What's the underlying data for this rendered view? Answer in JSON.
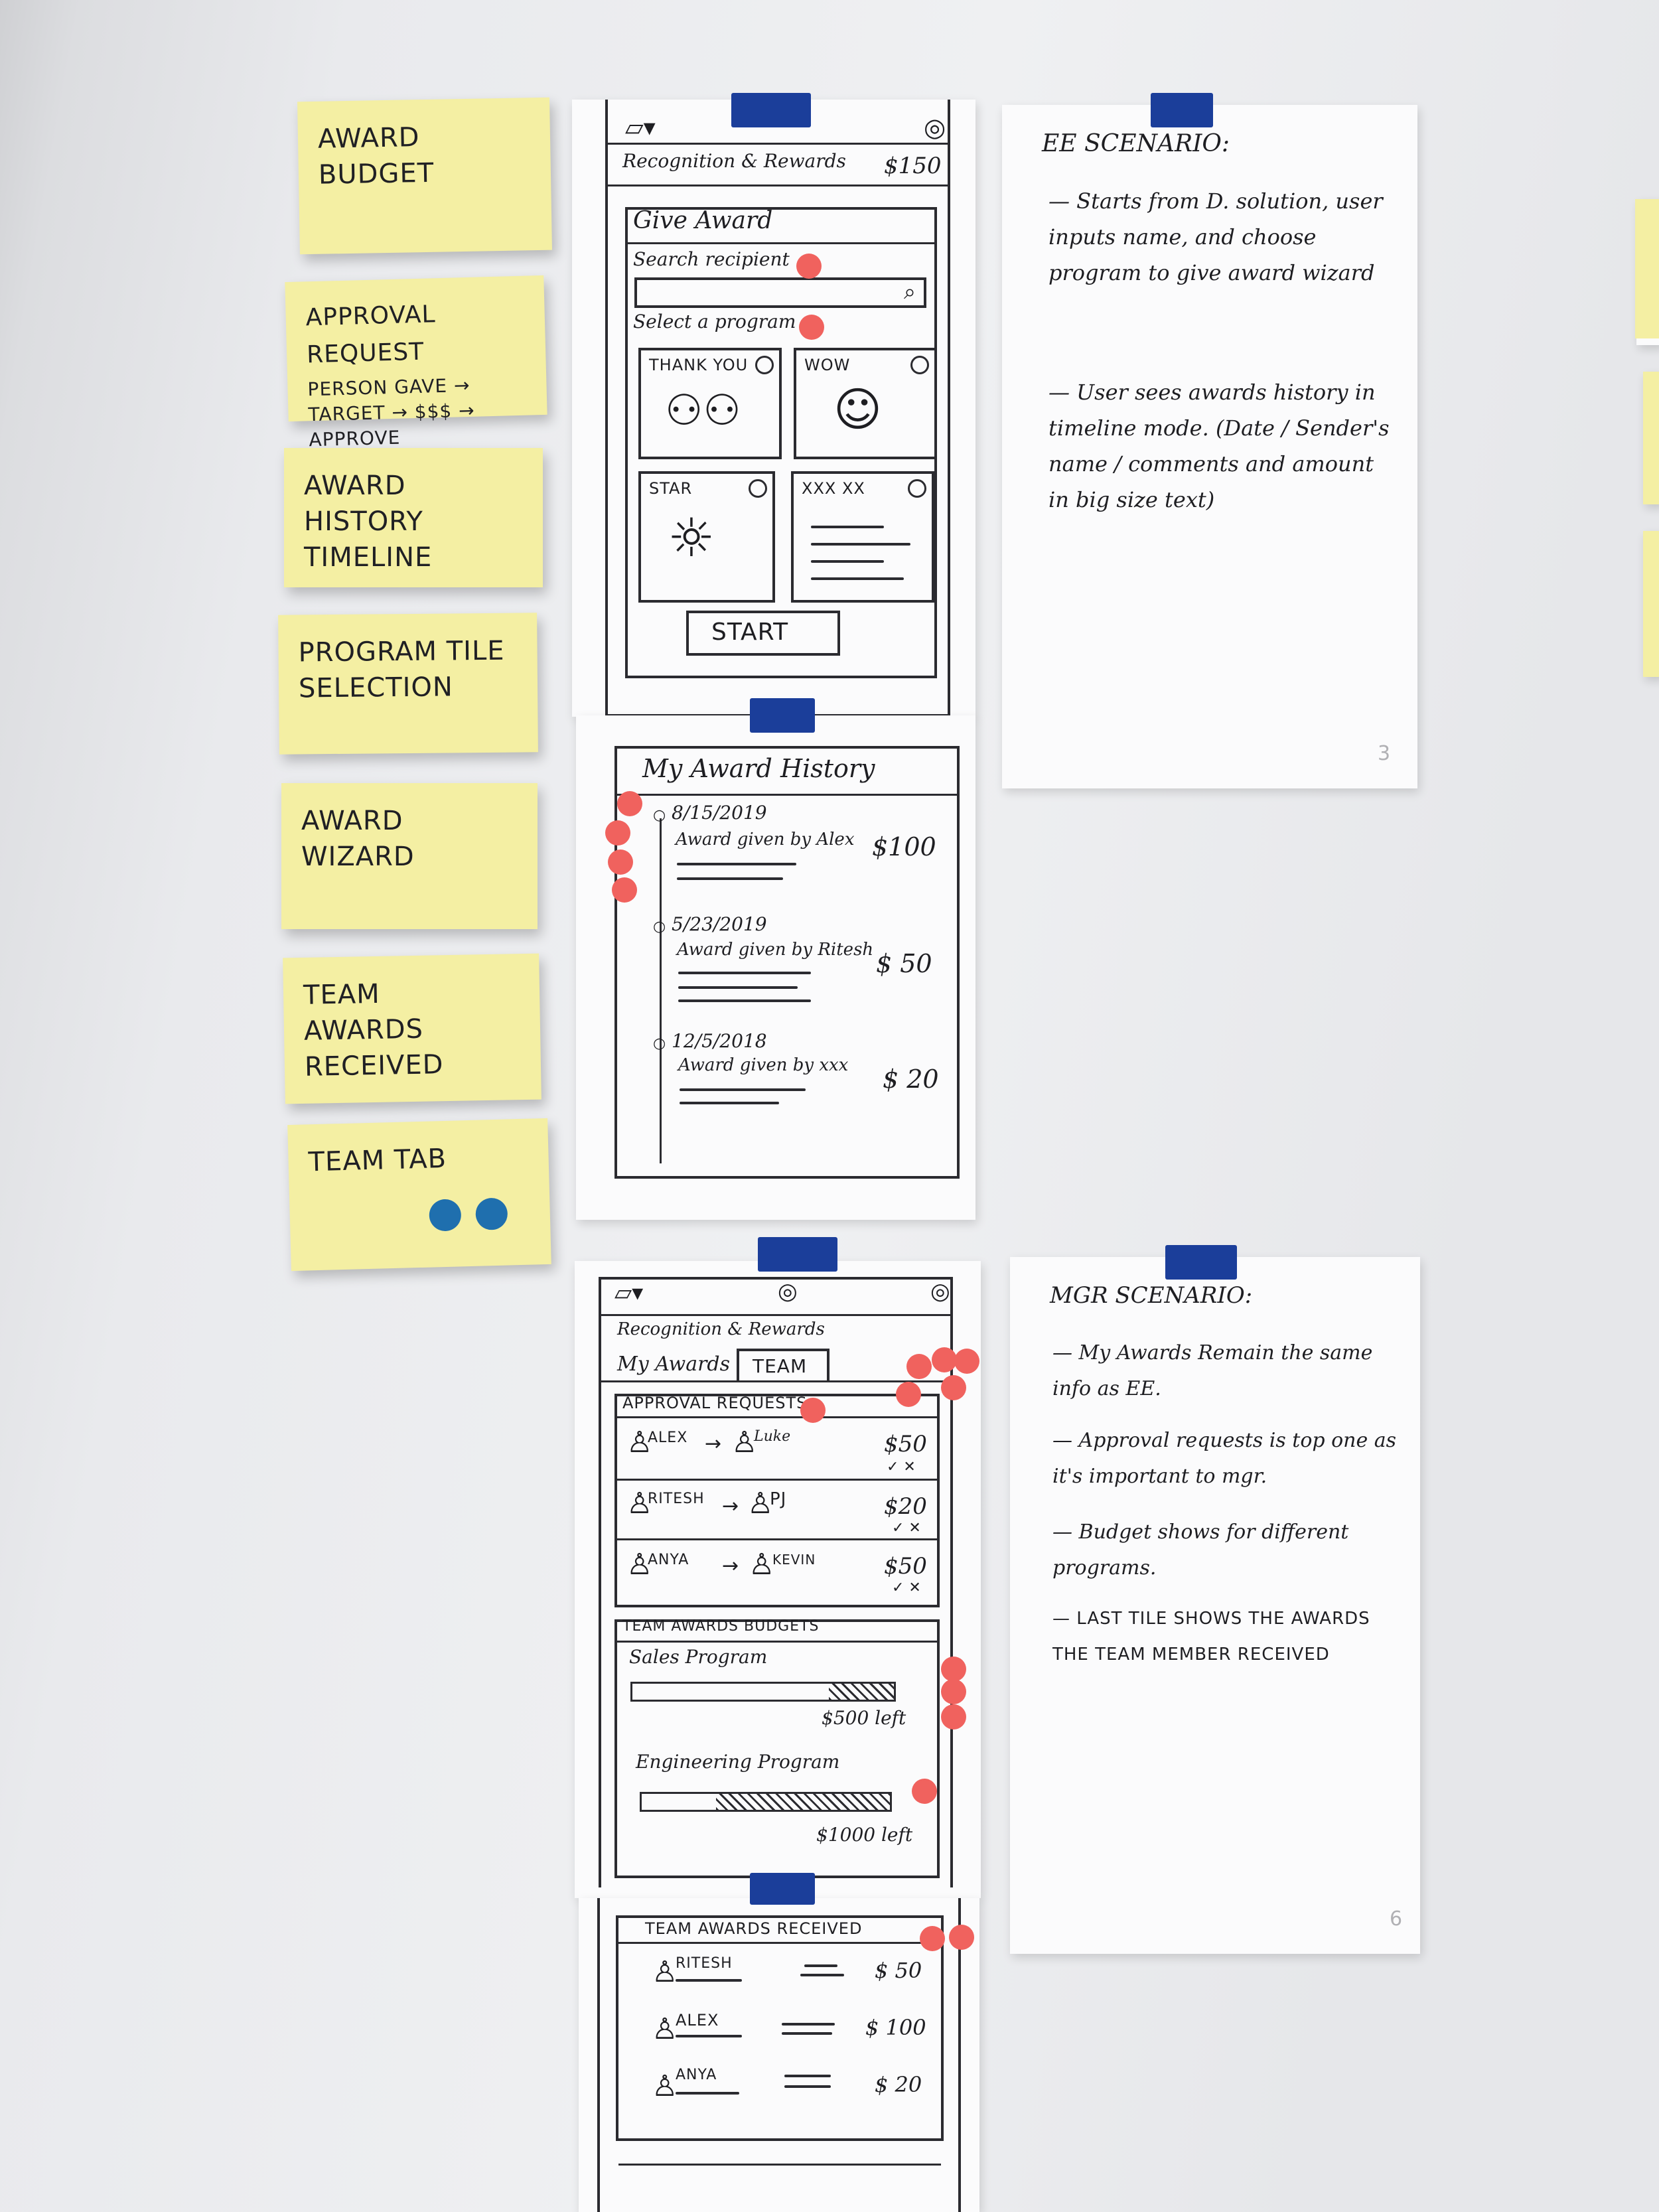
{
  "stickies": [
    {
      "text": "AWARD BUDGET"
    },
    {
      "text": "APPROVAL REQUEST",
      "sub": "PERSON GAVE → TARGET → $$$ → APPROVE"
    },
    {
      "text": "AWARD HISTORY TIMELINE"
    },
    {
      "text": "PROGRAM TILE SELECTION"
    },
    {
      "text": "AWARD WIZARD"
    },
    {
      "text": "TEAM AWARDS RECEIVED"
    },
    {
      "text": "TEAM TAB"
    }
  ],
  "give_award": {
    "header": "Recognition & Rewards",
    "budget": "$150",
    "title": "Give Award",
    "search_label": "Search recipient",
    "search_icon": "search-icon",
    "program_label": "Select a program",
    "tiles": [
      "THANK YOU",
      "WOW",
      "STAR",
      "XXX XX"
    ],
    "start": "START"
  },
  "history": {
    "title": "My Award History",
    "entries": [
      {
        "date": "8/15/2019",
        "text": "Award given by Alex",
        "amount": "$100"
      },
      {
        "date": "5/23/2019",
        "text": "Award given by Ritesh",
        "amount": "$ 50"
      },
      {
        "date": "12/5/2018",
        "text": "Award given by xxx",
        "amount": "$ 20"
      }
    ]
  },
  "ee_scenario": {
    "title": "EE SCENARIO:",
    "bullets": [
      "— Starts from D. solution, user inputs name, and choose program to give award wizard",
      "— User sees awards history in timeline mode. (Date / Sender's name / comments and amount in big size text)"
    ],
    "page": "3"
  },
  "team_screen": {
    "header": "Recognition & Rewards",
    "tabs": [
      "My Awards",
      "TEAM"
    ],
    "approval_title": "APPROVAL REQUESTS",
    "requests": [
      {
        "from": "ALEX",
        "to": "Luke",
        "amount": "$50",
        "actions": "✓ ✕"
      },
      {
        "from": "RITESH",
        "to": "PJ",
        "amount": "$20",
        "actions": "✓ ✕"
      },
      {
        "from": "ANYA",
        "to": "KEVIN",
        "amount": "$50",
        "actions": "✓ ✕"
      }
    ],
    "budgets_title": "TEAM AWARDS BUDGETS",
    "budgets": [
      {
        "name": "Sales Program",
        "left": "$500 left",
        "used": 0.25
      },
      {
        "name": "Engineering Program",
        "left": "$1000 left",
        "used": 0.7
      }
    ]
  },
  "team_received": {
    "title": "TEAM AWARDS RECEIVED",
    "rows": [
      {
        "name": "RITESH",
        "amount": "$ 50"
      },
      {
        "name": "ALEX",
        "amount": "$ 100"
      },
      {
        "name": "ANYA",
        "amount": "$ 20"
      }
    ]
  },
  "mgr_scenario": {
    "title": "MGR SCENARIO:",
    "bullets": [
      "— My Awards Remain the same info as EE.",
      "— Approval requests is top one as it's important to mgr.",
      "— Budget shows for different programs.",
      "— LAST TILE SHOWS THE AWARDS THE TEAM MEMBER RECEIVED"
    ],
    "page": "6"
  }
}
